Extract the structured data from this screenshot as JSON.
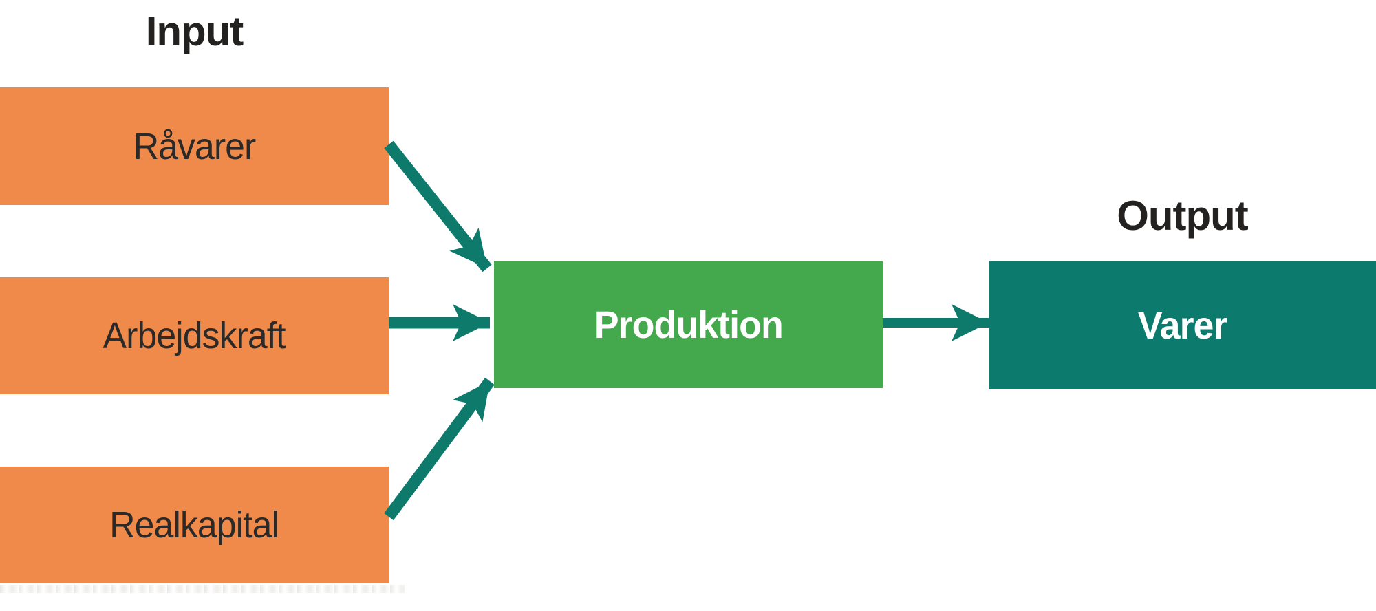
{
  "diagram": {
    "input_heading": "Input",
    "output_heading": "Output",
    "input_boxes": [
      {
        "label": "Råvarer"
      },
      {
        "label": "Arbejdskraft"
      },
      {
        "label": "Realkapital"
      }
    ],
    "process_box": {
      "label": "Produktion"
    },
    "output_box": {
      "label": "Varer"
    },
    "colors": {
      "input_box": "#EF8A4B",
      "process_box": "#44A94D",
      "output_box": "#0C7A6C",
      "arrow": "#0E7A6C",
      "heading_text": "#232220",
      "input_label_text": "#2B2A28",
      "process_label_text": "#FFFFFF"
    }
  }
}
